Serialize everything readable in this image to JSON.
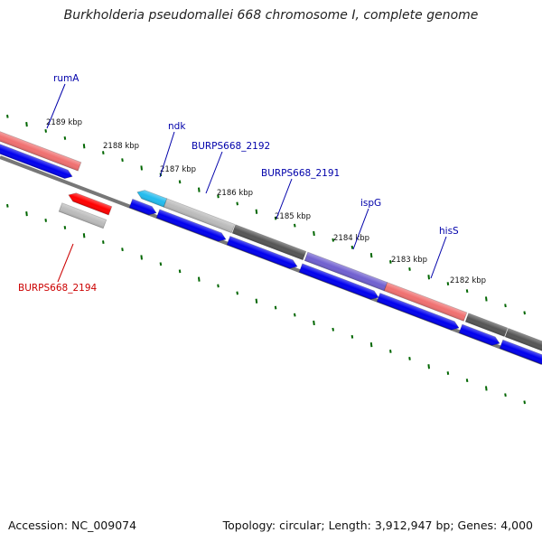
{
  "title": "Burkholderia pseudomallei 668 chromosome I, complete genome",
  "footer": {
    "accession": "Accession: NC_009074",
    "topology": "Topology: circular; Length: 3,912,947 bp; Genes: 4,000"
  },
  "colors": {
    "label_blue": "#0000aa",
    "label_red": "#cc0000",
    "tick_green": "#006600",
    "backbone": "#777777",
    "cds_blue": "#0000ee",
    "red_gene": "#ff0000",
    "salmon": "#f07070",
    "gray_light": "#bbbbbb",
    "gray_dark": "#555555",
    "purple": "#7060d0",
    "cyan": "#22bbee"
  },
  "kbp_labels": [
    "2189 kbp",
    "2188 kbp",
    "2187 kbp",
    "2186 kbp",
    "2185 kbp",
    "2184 kbp",
    "2183 kbp",
    "2182 kbp"
  ],
  "gene_labels": [
    {
      "name": "rumA",
      "color": "blue"
    },
    {
      "name": "ndk",
      "color": "blue"
    },
    {
      "name": "BURPS668_2192",
      "color": "blue"
    },
    {
      "name": "BURPS668_2191",
      "color": "blue"
    },
    {
      "name": "ispG",
      "color": "blue"
    },
    {
      "name": "hisS",
      "color": "blue"
    },
    {
      "name": "BURPS668_2194",
      "color": "red"
    }
  ]
}
